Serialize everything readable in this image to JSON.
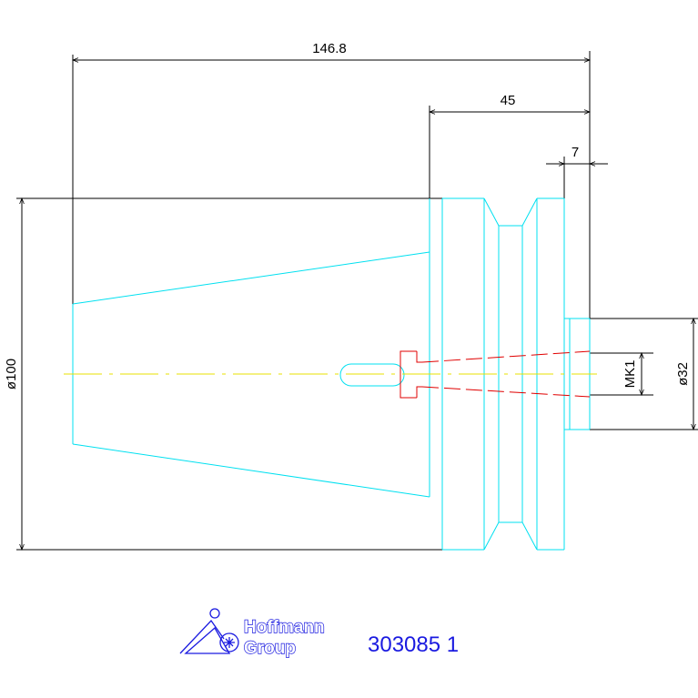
{
  "dimensions": {
    "overall_length": "146.8",
    "taper_length": "45",
    "shank_length": "7",
    "diameter_body": "ø100",
    "diameter_shank": "ø32",
    "morse_taper": "MK1"
  },
  "brand": {
    "logo_line1": "Hoffmann",
    "logo_line2": "Group"
  },
  "part_number": "303085 1",
  "colors": {
    "dimension": "#000000",
    "outline": "#00e0f0",
    "hidden": "#e00000",
    "centerline": "#e8e000",
    "brand": "#1a1ae0"
  }
}
